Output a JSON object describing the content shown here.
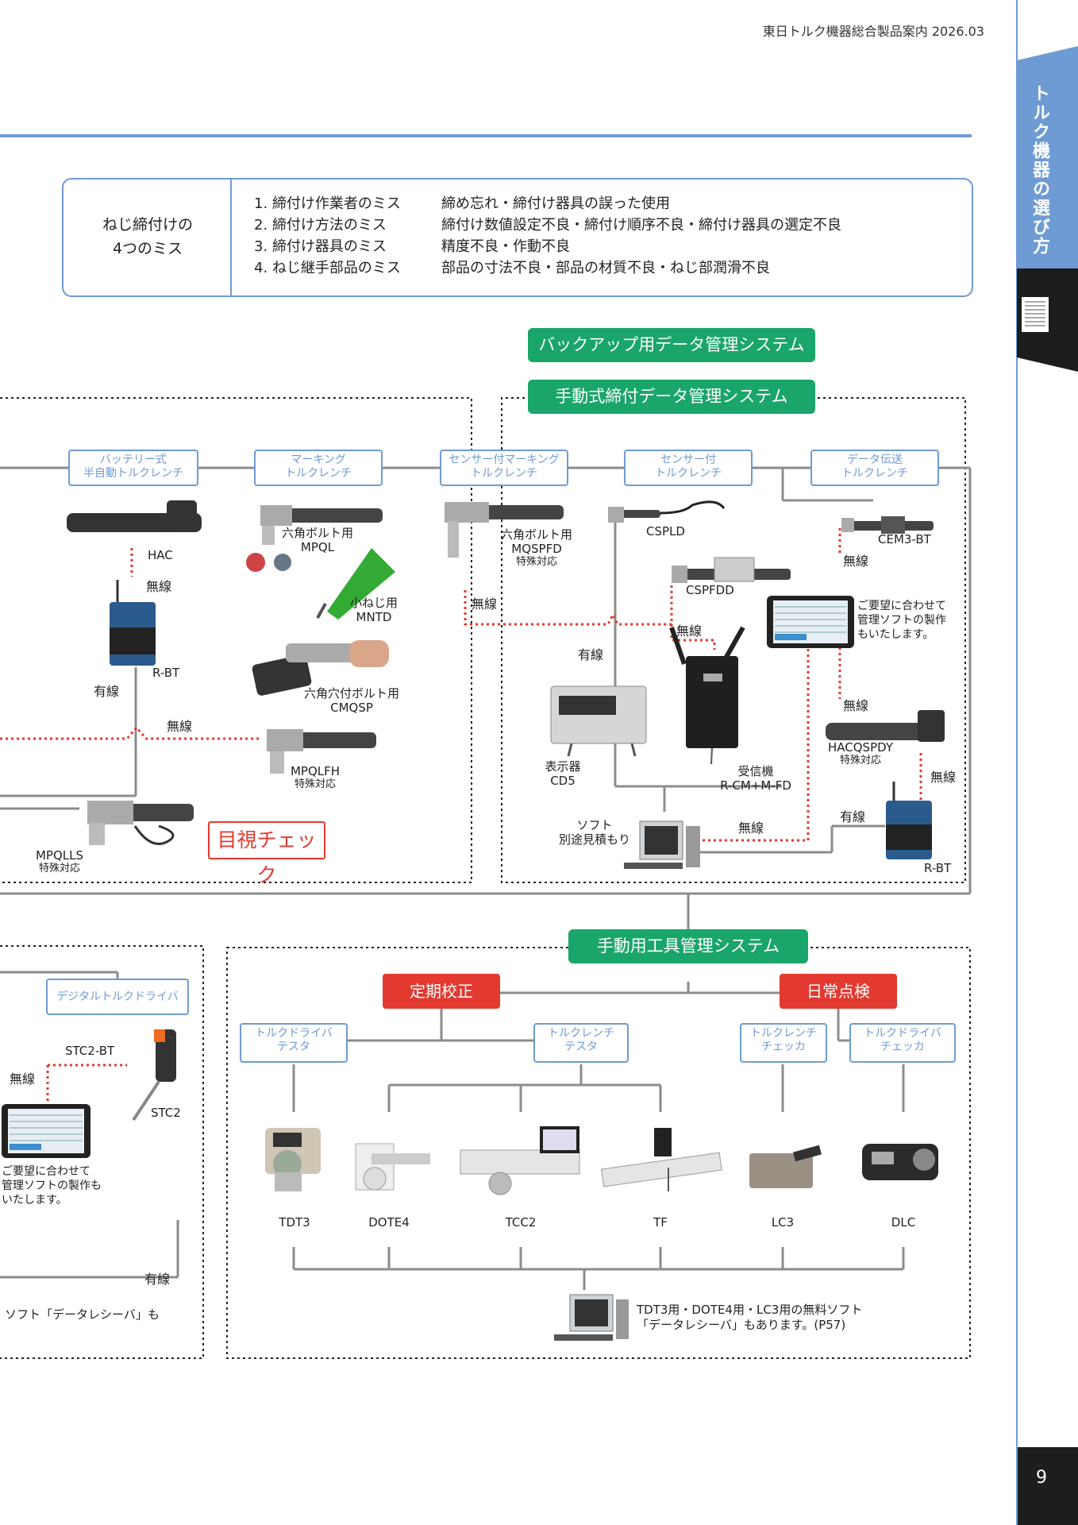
{
  "header": {
    "catalog": "東日トルク機器総合製品案内 2026.03"
  },
  "side_tab": {
    "title": "トルク機器の選び方",
    "page_number": "9"
  },
  "colors": {
    "accent_blue": "#6f9bd4",
    "green": "#1aa56b",
    "red": "#e23a30",
    "wired": "#8c8c8c",
    "wireless": "#e23a30"
  },
  "mistakes": {
    "label": [
      "ねじ締付けの",
      "4つのミス"
    ],
    "items": [
      {
        "title": "1. 締付け作業者のミス",
        "detail": "締め忘れ・締付け器具の誤った使用"
      },
      {
        "title": "2. 締付け方法のミス",
        "detail": "締付け数値設定不良・締付け順序不良・締付け器具の選定不良"
      },
      {
        "title": "3. 締付け器具のミス",
        "detail": "精度不良・作動不良"
      },
      {
        "title": "4. ねじ継手部品のミス",
        "detail": "部品の寸法不良・部品の材質不良・ねじ部潤滑不良"
      }
    ]
  },
  "systems": {
    "backup": "バックアップ用データ管理システム",
    "manual_tightening": "手動式締付データ管理システム",
    "manual_tool": "手動用工具管理システム"
  },
  "categories": {
    "battery": [
      "バッテリー式",
      "半自動トルクレンチ"
    ],
    "marking": [
      "マーキング",
      "トルクレンチ"
    ],
    "sensor_marking": [
      "センサー付マーキング",
      "トルクレンチ"
    ],
    "sensor": [
      "センサー付",
      "トルクレンチ"
    ],
    "data_transfer": [
      "データ伝送",
      "トルクレンチ"
    ],
    "digital_driver": "デジタルトルクドライバ",
    "driver_tester": [
      "トルクドライバ",
      "テスタ"
    ],
    "wrench_tester": [
      "トルクレンチ",
      "テスタ"
    ],
    "wrench_checker": [
      "トルクレンチ",
      "チェッカ"
    ],
    "driver_checker": [
      "トルクドライバ",
      "チェッカ"
    ]
  },
  "products": {
    "hac": "HAC",
    "rbt": "R-BT",
    "mpql": [
      "六角ボルト用",
      "MPQL"
    ],
    "mntd": [
      "小ねじ用",
      "MNTD"
    ],
    "cmqsp": [
      "六角穴付ボルト用",
      "CMQSP"
    ],
    "mpqlfh": [
      "MPQLFH",
      "特殊対応"
    ],
    "mpqlls": [
      "MPQLLS",
      "特殊対応"
    ],
    "mqspfd": [
      "六角ボルト用",
      "MQSPFD",
      "特殊対応"
    ],
    "cspld": "CSPLD",
    "cspfdd": "CSPFDD",
    "cem3bt": "CEM3-BT",
    "hacqspdy": [
      "HACQSPDY",
      "特殊対応"
    ],
    "rbt2": "R-BT",
    "cd5": [
      "表示器",
      "CD5"
    ],
    "receiver": [
      "受信機",
      "R-CM+M-FD"
    ],
    "soft": [
      "ソフト",
      "別途見積もり"
    ],
    "custom_soft": [
      "ご要望に合わせて",
      "管理ソフトの製作",
      "もいたします。"
    ],
    "custom_soft2": [
      "ご要望に合わせて",
      "管理ソフトの製作も",
      "いたします。"
    ],
    "stc2bt": "STC2-BT",
    "stc2": "STC2",
    "soft_receiver_partial": "ソフト「データレシーバ」も",
    "testers": [
      "TDT3",
      "DOTE4",
      "TCC2",
      "TF",
      "LC3",
      "DLC"
    ],
    "free_soft": [
      "TDT3用・DOTE4用・LC3用の無料ソフト",
      "「データレシーバ」もあります。(P57)"
    ]
  },
  "links": {
    "wireless": "無線",
    "wired": "有線"
  },
  "badges": {
    "visual_check": "目視チェック",
    "periodic": "定期校正",
    "daily": "日常点検"
  }
}
